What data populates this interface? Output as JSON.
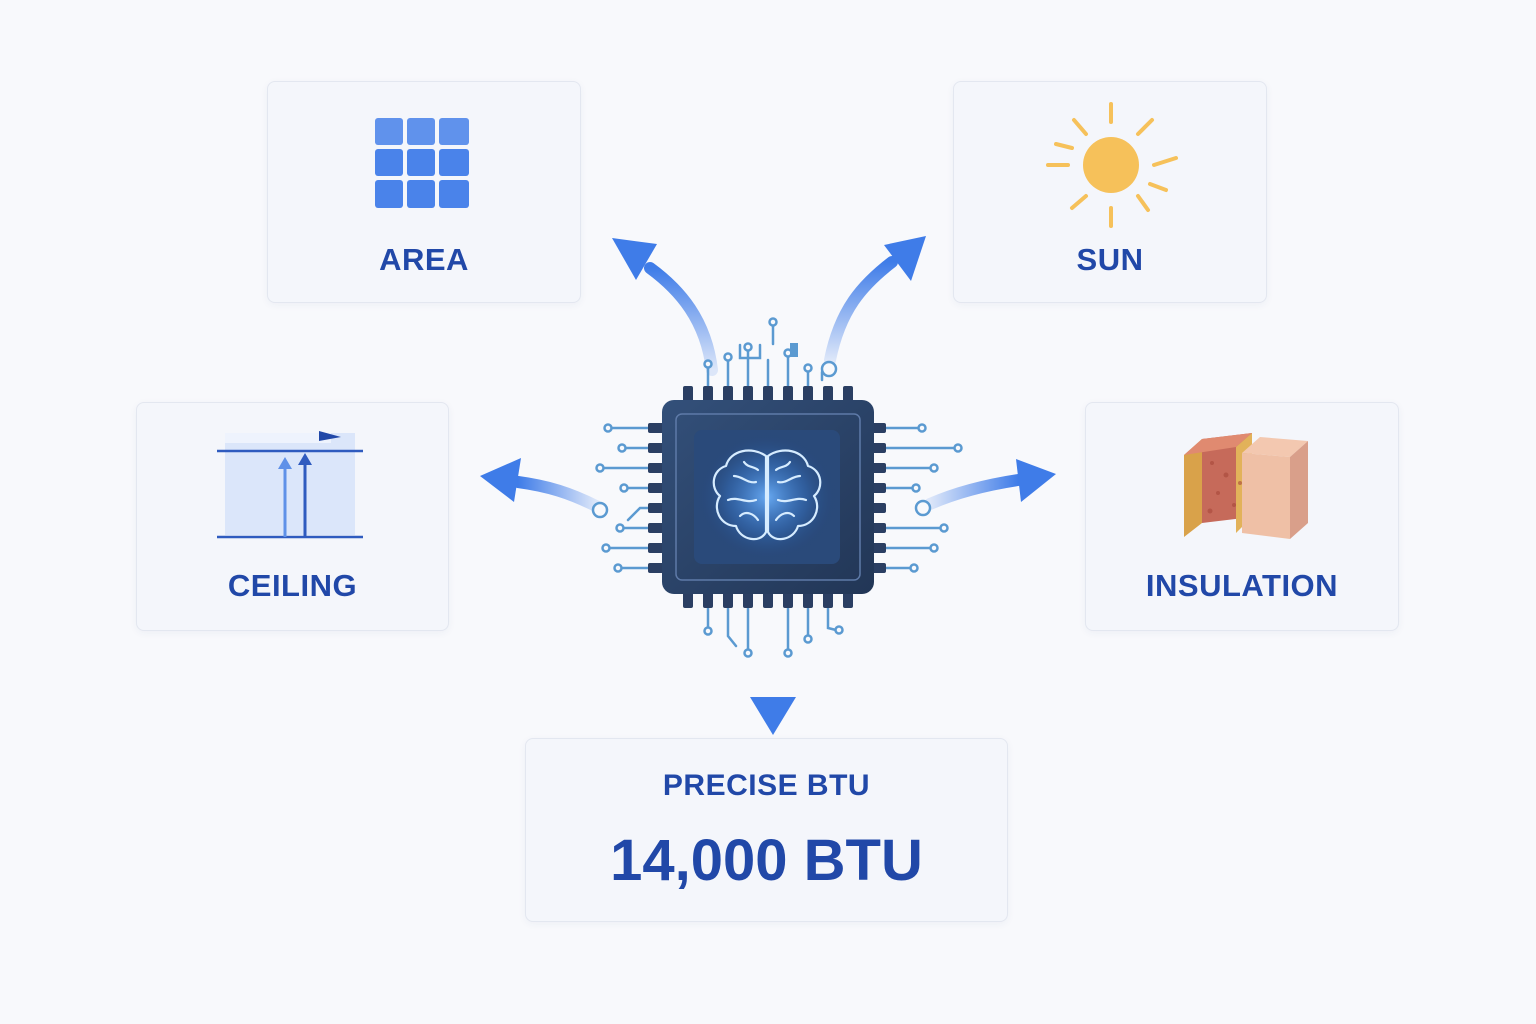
{
  "colors": {
    "accent": "#3f7ce8",
    "label_text": "#2148a8",
    "card_bg": "#f4f6fb",
    "chip": "#2b3f63",
    "sun": "#f6c15a",
    "insulation": "#c76a5a"
  },
  "center": {
    "icon": "ai-chip-brain-icon"
  },
  "factors": [
    {
      "id": "area",
      "label": "AREA",
      "icon": "grid-icon"
    },
    {
      "id": "sun",
      "label": "SUN",
      "icon": "sun-icon"
    },
    {
      "id": "ceiling",
      "label": "CEILING",
      "icon": "ceiling-height-icon"
    },
    {
      "id": "insulation",
      "label": "INSULATION",
      "icon": "insulation-layers-icon"
    }
  ],
  "result": {
    "title": "PRECISE BTU",
    "value": "14,000 BTU"
  }
}
